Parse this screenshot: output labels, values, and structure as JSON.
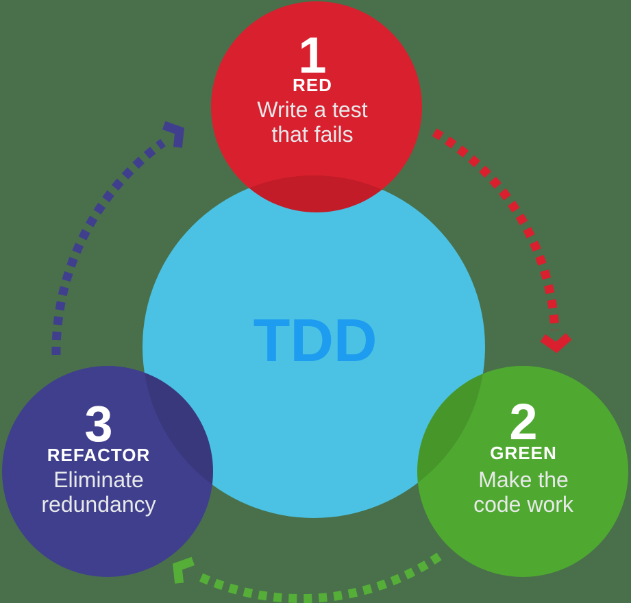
{
  "diagram": {
    "title": "TDD",
    "steps": [
      {
        "number": "1",
        "label": "RED",
        "line1": "Write a test",
        "line2": "that fails"
      },
      {
        "number": "2",
        "label": "GREEN",
        "line1": "Make the",
        "line2": "code work"
      },
      {
        "number": "3",
        "label": "REFACTOR",
        "line1": "Eliminate",
        "line2": "redundancy"
      }
    ]
  },
  "colors": {
    "background": "#49704B",
    "center_circle": "#4BC2E4",
    "center_title": "#1E9CEF",
    "step1_red": "#D9202E",
    "step2_green": "#4FA930",
    "step3_purple": "#403F8D",
    "arrow_red": "#DA1F2E",
    "arrow_green": "#55AE38",
    "arrow_blue": "#403F8D",
    "number_label_text": "#FFFFFF",
    "subtitle_text": "#E8E9EA",
    "overlap_shade": "rgba(0,0,0,0.11)"
  }
}
